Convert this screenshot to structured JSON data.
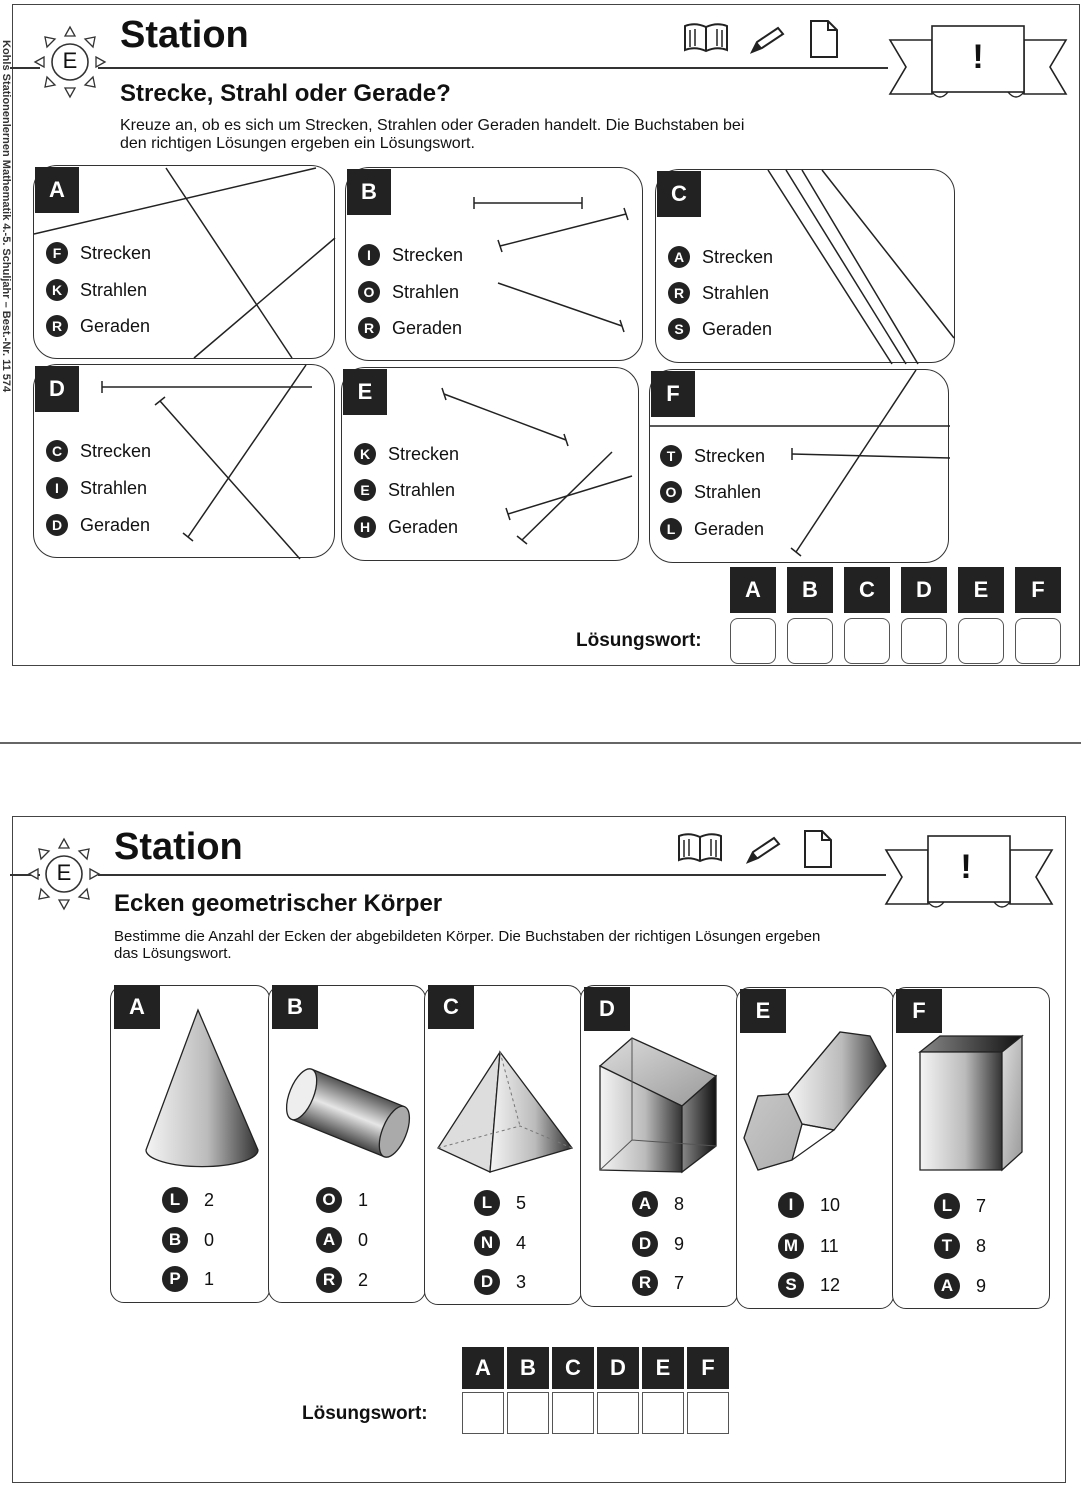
{
  "side_text": "Kohls Stationenlernen Mathematik 4.-5. Schuljahr – Best.-Nr. 11 574",
  "card1": {
    "badge": "E",
    "title": "Station",
    "subtitle": "Strecke, Strahl oder Gerade?",
    "instruction_line1": "Kreuze an, ob es sich um Strecken, Strahlen oder Geraden handelt. Die Buchstaben bei",
    "instruction_line2": "den richtigen Lösungen ergeben ein Lösungswort.",
    "banner_mark": "!",
    "panels": [
      {
        "tag": "A",
        "options": [
          {
            "letter": "F",
            "text": "Strecken"
          },
          {
            "letter": "K",
            "text": "Strahlen"
          },
          {
            "letter": "R",
            "text": "Geraden"
          }
        ]
      },
      {
        "tag": "B",
        "options": [
          {
            "letter": "I",
            "text": "Strecken"
          },
          {
            "letter": "O",
            "text": "Strahlen"
          },
          {
            "letter": "R",
            "text": "Geraden"
          }
        ]
      },
      {
        "tag": "C",
        "options": [
          {
            "letter": "A",
            "text": "Strecken"
          },
          {
            "letter": "R",
            "text": "Strahlen"
          },
          {
            "letter": "S",
            "text": "Geraden"
          }
        ]
      },
      {
        "tag": "D",
        "options": [
          {
            "letter": "C",
            "text": "Strecken"
          },
          {
            "letter": "I",
            "text": "Strahlen"
          },
          {
            "letter": "D",
            "text": "Geraden"
          }
        ]
      },
      {
        "tag": "E",
        "options": [
          {
            "letter": "K",
            "text": "Strecken"
          },
          {
            "letter": "E",
            "text": "Strahlen"
          },
          {
            "letter": "H",
            "text": "Geraden"
          }
        ]
      },
      {
        "tag": "F",
        "options": [
          {
            "letter": "T",
            "text": "Strecken"
          },
          {
            "letter": "O",
            "text": "Strahlen"
          },
          {
            "letter": "L",
            "text": "Geraden"
          }
        ]
      }
    ],
    "solution_label": "Lösungswort:",
    "solution_letters": [
      "A",
      "B",
      "C",
      "D",
      "E",
      "F"
    ]
  },
  "card2": {
    "badge": "E",
    "title": "Station",
    "subtitle": "Ecken geometrischer Körper",
    "instruction_line1": "Bestimme die Anzahl der Ecken der abgebildeten Körper. Die Buchstaben der richtigen Lösungen ergeben",
    "instruction_line2": "das Lösungswort.",
    "banner_mark": "!",
    "panels": [
      {
        "tag": "A",
        "shape": "cone-icon",
        "options": [
          {
            "letter": "L",
            "value": "2"
          },
          {
            "letter": "B",
            "value": "0"
          },
          {
            "letter": "P",
            "value": "1"
          }
        ]
      },
      {
        "tag": "B",
        "shape": "cylinder-icon",
        "options": [
          {
            "letter": "O",
            "value": "1"
          },
          {
            "letter": "A",
            "value": "0"
          },
          {
            "letter": "R",
            "value": "2"
          }
        ]
      },
      {
        "tag": "C",
        "shape": "pyramid-icon",
        "options": [
          {
            "letter": "L",
            "value": "5"
          },
          {
            "letter": "N",
            "value": "4"
          },
          {
            "letter": "D",
            "value": "3"
          }
        ]
      },
      {
        "tag": "D",
        "shape": "cube-icon",
        "options": [
          {
            "letter": "A",
            "value": "8"
          },
          {
            "letter": "D",
            "value": "9"
          },
          {
            "letter": "R",
            "value": "7"
          }
        ]
      },
      {
        "tag": "E",
        "shape": "hexagonal-prism-icon",
        "options": [
          {
            "letter": "I",
            "value": "10"
          },
          {
            "letter": "M",
            "value": "11"
          },
          {
            "letter": "S",
            "value": "12"
          }
        ]
      },
      {
        "tag": "F",
        "shape": "cuboid-icon",
        "options": [
          {
            "letter": "L",
            "value": "7"
          },
          {
            "letter": "T",
            "value": "8"
          },
          {
            "letter": "A",
            "value": "9"
          }
        ]
      }
    ],
    "solution_label": "Lösungswort:",
    "solution_letters": [
      "A",
      "B",
      "C",
      "D",
      "E",
      "F"
    ]
  }
}
